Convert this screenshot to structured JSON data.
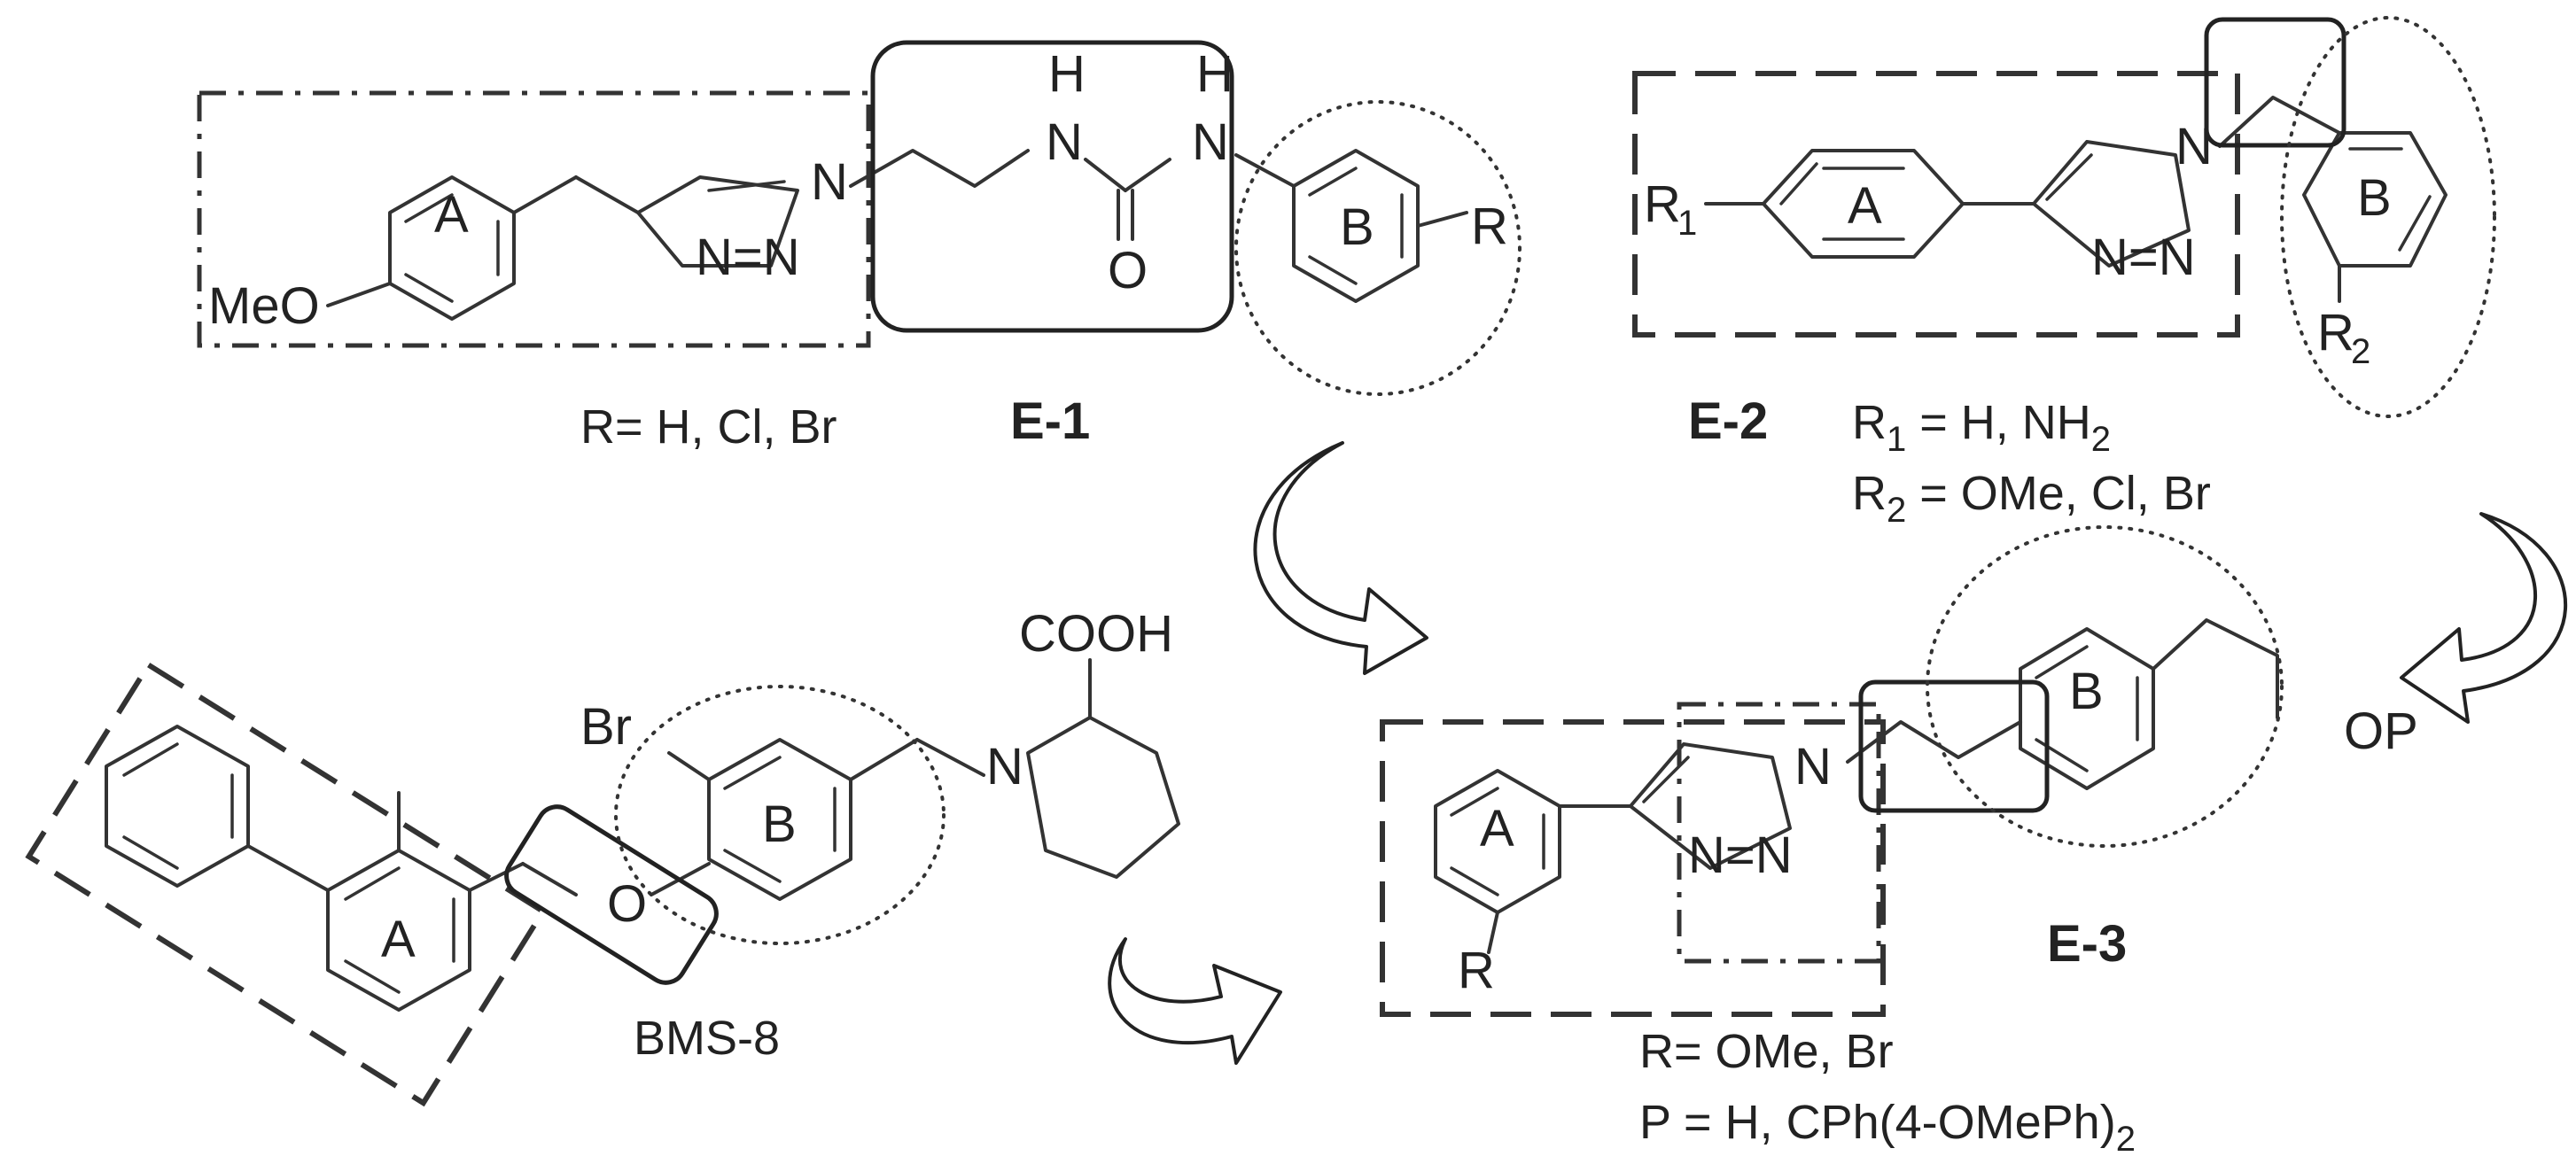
{
  "atoms": {
    "methoxy": "MeO",
    "ring_a": "A",
    "ring_b": "B",
    "nitrogen": "N",
    "n1": "N",
    "n_n": "N=N",
    "nh": "H",
    "carbonyl_o": "O",
    "ether_o": "O",
    "r": "R",
    "r1": "R",
    "r2": "R",
    "bromo": "Br",
    "cooh": "COOH",
    "op": "OP",
    "sub1": "1",
    "sub2": "2"
  },
  "compounds": {
    "e1": {
      "name": "E-1",
      "r_def": "R= H, Cl, Br"
    },
    "e2": {
      "name": "E-2",
      "r1_def_prefix": "R",
      "r1_sub": "1",
      "r1_def_rest": " = H, NH",
      "r1_def_sub2": "2",
      "r2_def_prefix": "R",
      "r2_sub": "2",
      "r2_def_rest": " = OMe, Cl, Br"
    },
    "bms": {
      "name": "BMS-8"
    },
    "e3": {
      "name": "E-3",
      "r_def": "R= OMe, Br",
      "p_def_prefix": "P = H, CPh(4-OMePh)",
      "p_def_sub": "2"
    }
  }
}
